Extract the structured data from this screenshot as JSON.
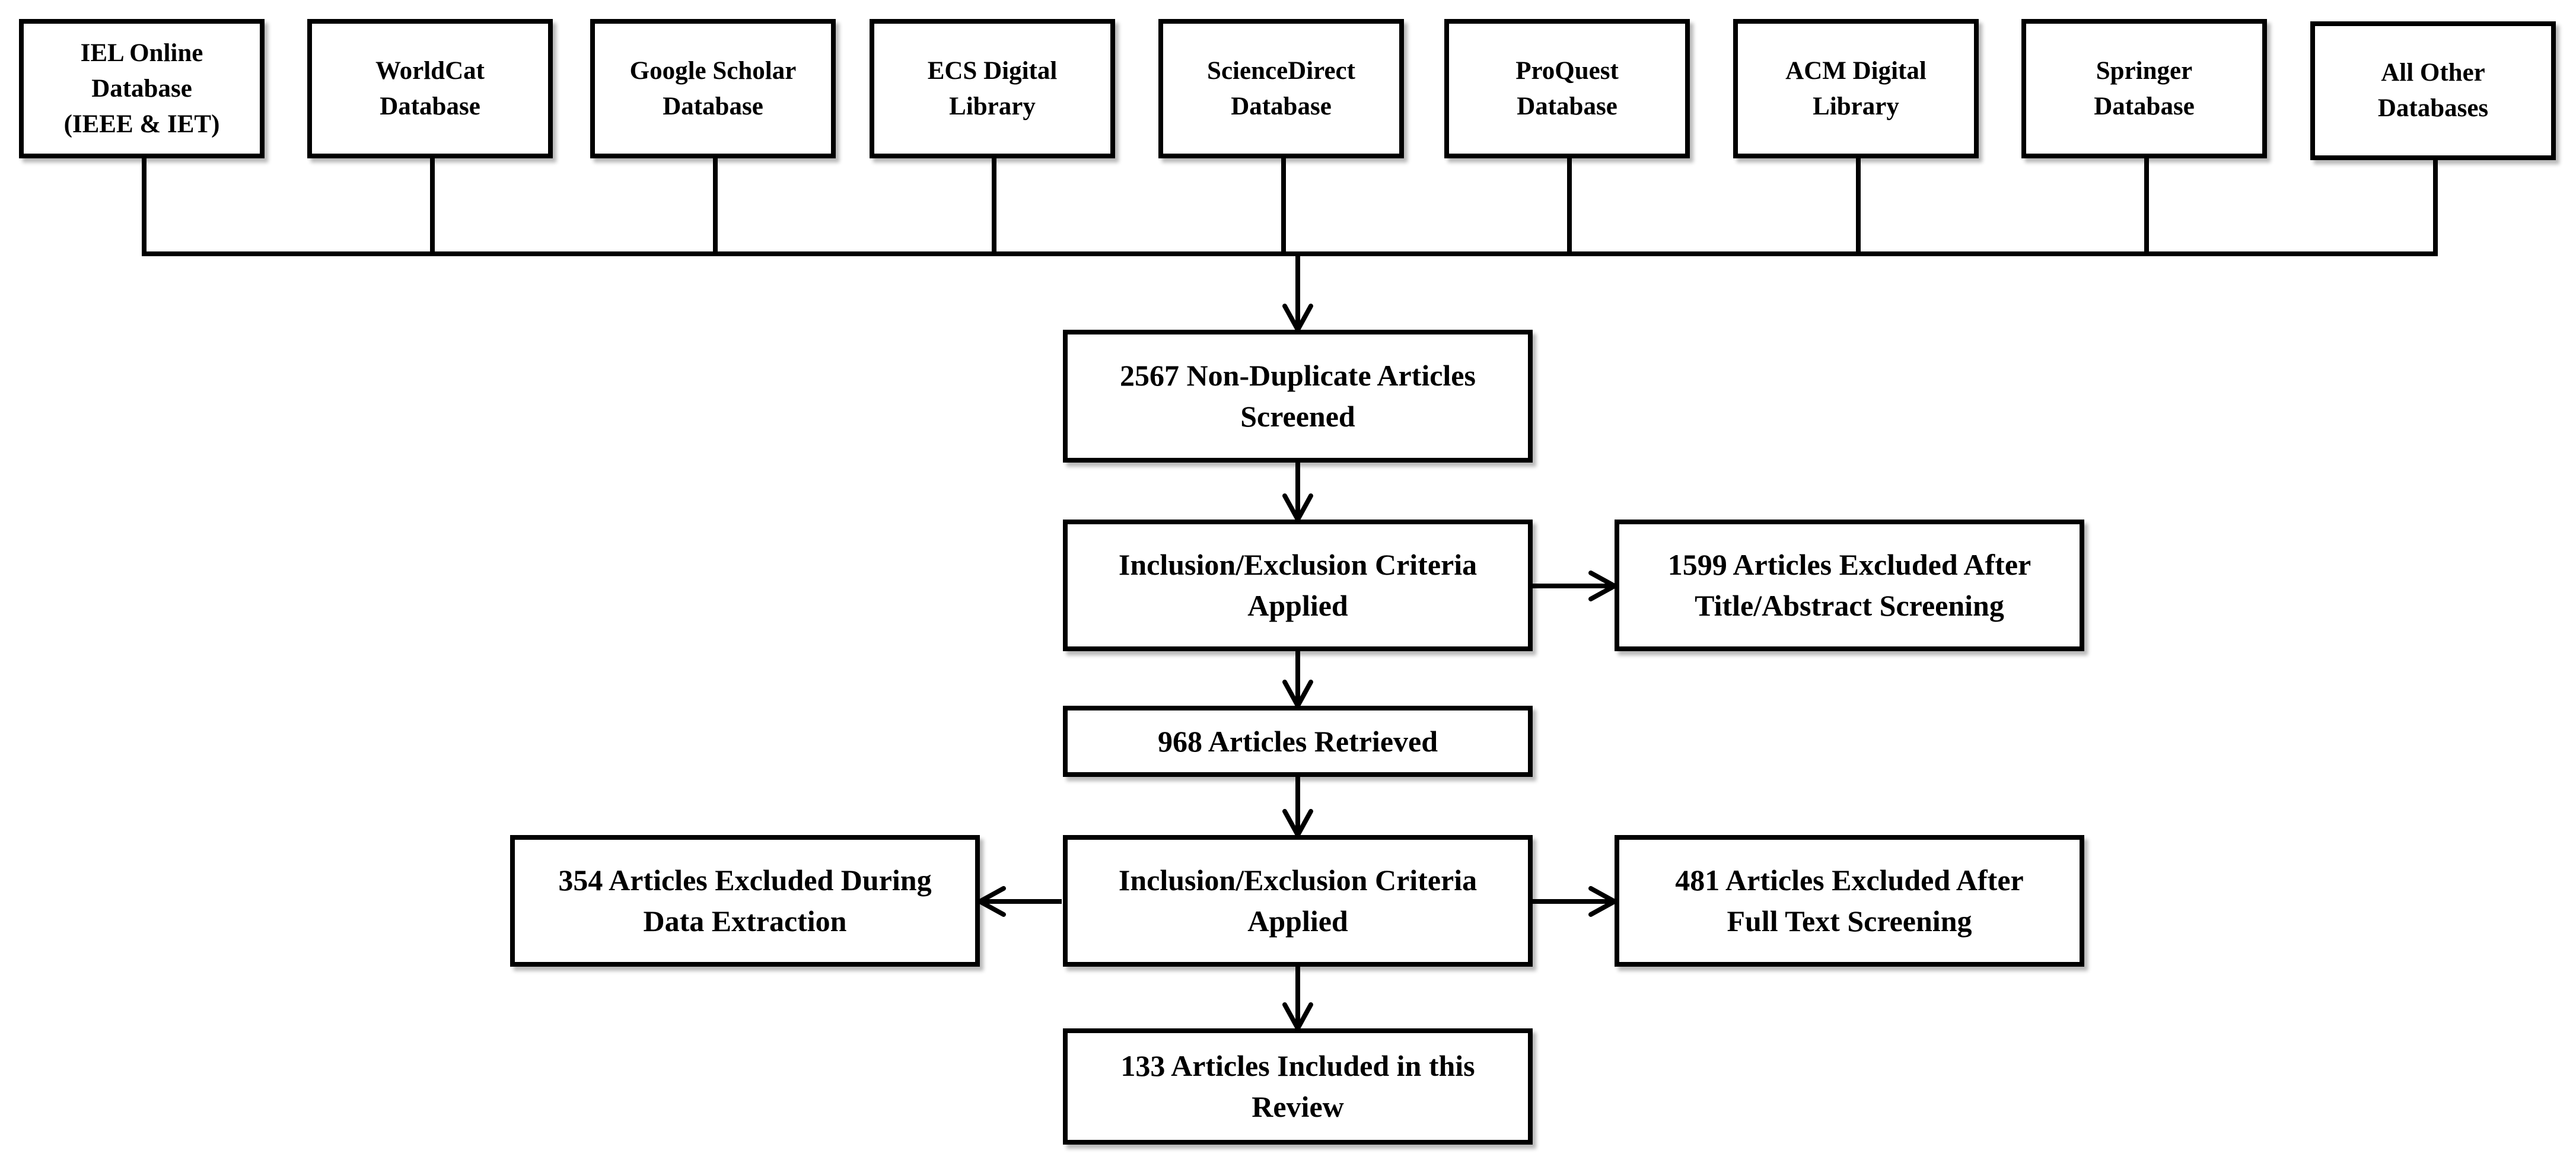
{
  "diagram": {
    "sources": [
      {
        "lines": [
          "IEL Online",
          "Database",
          "(IEEE & IET)"
        ]
      },
      {
        "lines": [
          "WorldCat",
          "Database"
        ]
      },
      {
        "lines": [
          "Google Scholar",
          "Database"
        ]
      },
      {
        "lines": [
          "ECS Digital",
          "Library"
        ]
      },
      {
        "lines": [
          "ScienceDirect",
          "Database"
        ]
      },
      {
        "lines": [
          "ProQuest",
          "Database"
        ]
      },
      {
        "lines": [
          "ACM Digital",
          "Library"
        ]
      },
      {
        "lines": [
          "Springer",
          "Database"
        ]
      },
      {
        "lines": [
          "All Other",
          "Databases"
        ]
      }
    ],
    "screened": {
      "lines": [
        "2567 Non-Duplicate Articles",
        "Screened"
      ]
    },
    "criteria_1": {
      "lines": [
        "Inclusion/Exclusion Criteria",
        "Applied"
      ]
    },
    "excluded_title_abstract": {
      "lines": [
        "1599 Articles Excluded After",
        "Title/Abstract Screening"
      ]
    },
    "retrieved": {
      "lines": [
        "968 Articles Retrieved"
      ]
    },
    "criteria_2": {
      "lines": [
        "Inclusion/Exclusion Criteria",
        "Applied"
      ]
    },
    "excluded_data_extraction": {
      "lines": [
        "354 Articles Excluded During",
        "Data Extraction"
      ]
    },
    "excluded_full_text": {
      "lines": [
        "481 Articles Excluded After",
        "Full Text Screening"
      ]
    },
    "included": {
      "lines": [
        "133 Articles Included in this",
        "Review"
      ]
    }
  }
}
